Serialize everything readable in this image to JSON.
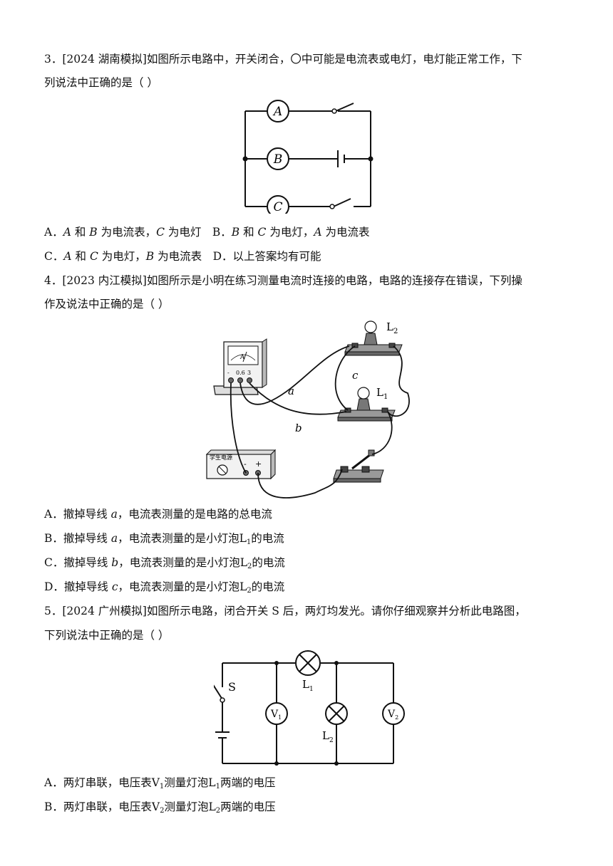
{
  "q3": {
    "line1": "3．[2024 湖南模拟]如图所示电路中，开关闭合，〇中可能是电流表或电灯，电灯能正常工作，下",
    "line2": "列说法中正确的是（  ）",
    "figure": {
      "labels": [
        "A",
        "B",
        "C"
      ]
    },
    "opt_a": [
      "A．",
      "A",
      " 和 ",
      "B",
      " 为电流表，",
      "C",
      " 为电灯　B．",
      "B",
      " 和 ",
      "C",
      " 为电灯，",
      "A",
      " 为电流表"
    ],
    "opt_c": [
      "C．",
      "A",
      " 和 ",
      "C",
      " 为电灯，",
      "B",
      " 为电流表　D．以上答案均有可能"
    ]
  },
  "q4": {
    "line1": "4．[2023 内江模拟]如图所示是小明在练习测量电流时连接的电路，电路的连接存在错误，下列操",
    "line2": "作及说法中正确的是（  ）",
    "figure": {
      "ammeter_symbol": "A",
      "ammeter_terminals": [
        "-",
        "0.6",
        "3"
      ],
      "supply_label": "学生电源",
      "supply_terminals": [
        "-",
        "+"
      ],
      "bulb_top": "L",
      "bulb_top_sub": "2",
      "bulb_mid": "L",
      "bulb_mid_sub": "1",
      "wire_a": "a",
      "wire_b": "b",
      "wire_c": "c"
    },
    "options": [
      {
        "pre": "A．撤掉导线 ",
        "var": "a",
        "mid": "，电流表测量的是电路的总电流",
        "sym": "",
        "sub": "",
        "post": ""
      },
      {
        "pre": "B．撤掉导线 ",
        "var": "a",
        "mid": "，电流表测量的是小灯泡",
        "sym": "L",
        "sub": "1",
        "post": "的电流"
      },
      {
        "pre": "C．撤掉导线 ",
        "var": "b",
        "mid": "，电流表测量的是小灯泡",
        "sym": "L",
        "sub": "2",
        "post": "的电流"
      },
      {
        "pre": "D．撤掉导线 ",
        "var": "c",
        "mid": "，电流表测量的是小灯泡",
        "sym": "L",
        "sub": "2",
        "post": "的电流"
      }
    ]
  },
  "q5": {
    "line1": "5．[2024 广州模拟]如图所示电路，闭合开关 S 后，两灯均发光。请你仔细观察并分析此电路图，",
    "line2": "下列说法中正确的是（  ）",
    "figure": {
      "switch": "S",
      "lamp1": "L",
      "lamp1_sub": "1",
      "lamp2": "L",
      "lamp2_sub": "2",
      "v1": "V",
      "v1_sub": "1",
      "v2": "V",
      "v2_sub": "2"
    },
    "options": [
      {
        "pre": "A．两灯串联，电压表",
        "s1": "V",
        "s1sub": "1",
        "mid": "测量灯泡",
        "s2": "L",
        "s2sub": "1",
        "post": "两端的电压"
      },
      {
        "pre": "B．两灯串联，电压表",
        "s1": "V",
        "s1sub": "2",
        "mid": "测量灯泡",
        "s2": "L",
        "s2sub": "2",
        "post": "两端的电压"
      }
    ]
  }
}
